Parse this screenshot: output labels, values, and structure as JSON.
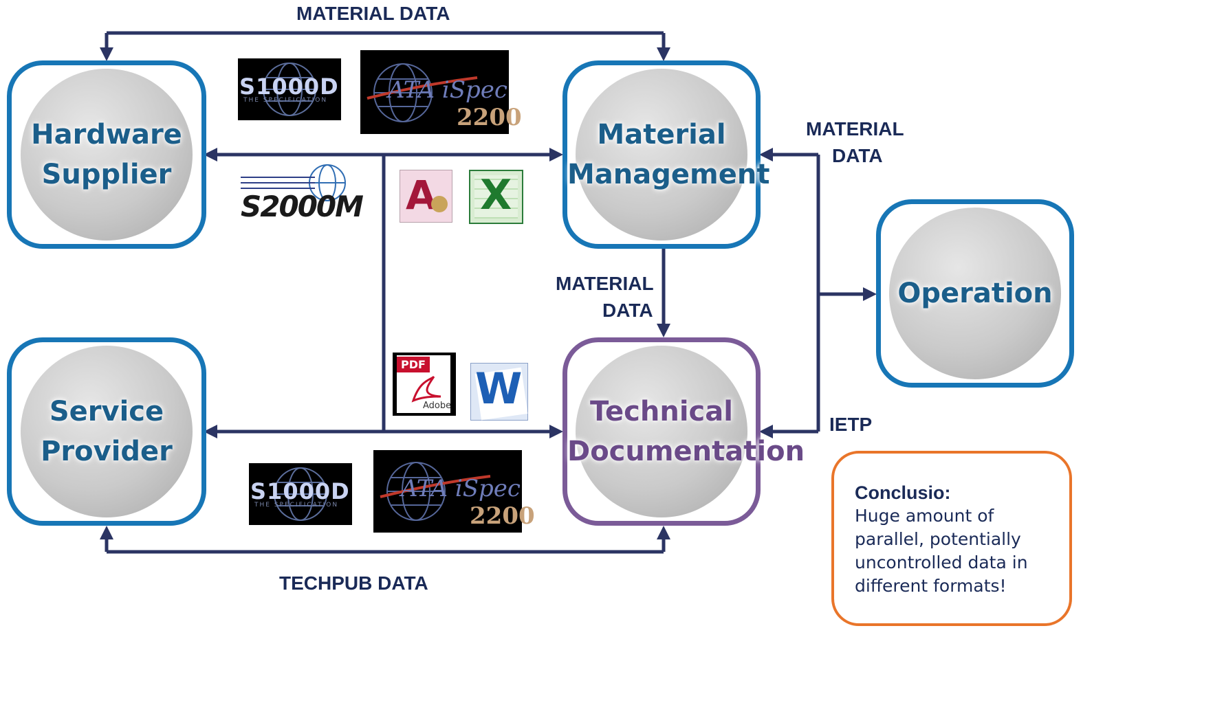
{
  "labels": {
    "top": "MATERIAL DATA",
    "right_line1": "MATERIAL",
    "right_line2": "DATA",
    "middle_line1": "MATERIAL",
    "middle_line2": "DATA",
    "bottom": "TECHPUB DATA",
    "ietp": "IETP"
  },
  "boxes": {
    "hardware_supplier": [
      "Hardware",
      "Supplier"
    ],
    "material_management": [
      "Material",
      "Management"
    ],
    "operation": [
      "Operation"
    ],
    "service_provider": [
      "Service",
      "Provider"
    ],
    "technical_documentation": [
      "Technical",
      "Documentation"
    ]
  },
  "logos": {
    "s1000d_text": "S1000D",
    "s1000d_sub": "THE SPECIFICATION",
    "ata_text": "ATA iSpec",
    "ata_number": "2200",
    "s2000m_text": "S2000M",
    "pdf_tag": "PDF",
    "pdf_caption": "Adobe",
    "access_letter": "A",
    "excel_letter": "X",
    "word_letter": "W"
  },
  "conclusion": {
    "title": "Conclusio:",
    "body": "Huge amount of parallel, potentially uncontrolled data in different formats!"
  },
  "colors": {
    "blue_border": "#1776b6",
    "purple_border": "#7b5b98",
    "orange_border": "#e9752a",
    "arrow": "#2b3463",
    "label_text": "#1a2a57"
  },
  "icons": [
    "s1000d-logo",
    "ata-ispec-2200-logo",
    "s2000m-logo",
    "ms-access-icon",
    "ms-excel-icon",
    "pdf-icon",
    "ms-word-icon"
  ]
}
